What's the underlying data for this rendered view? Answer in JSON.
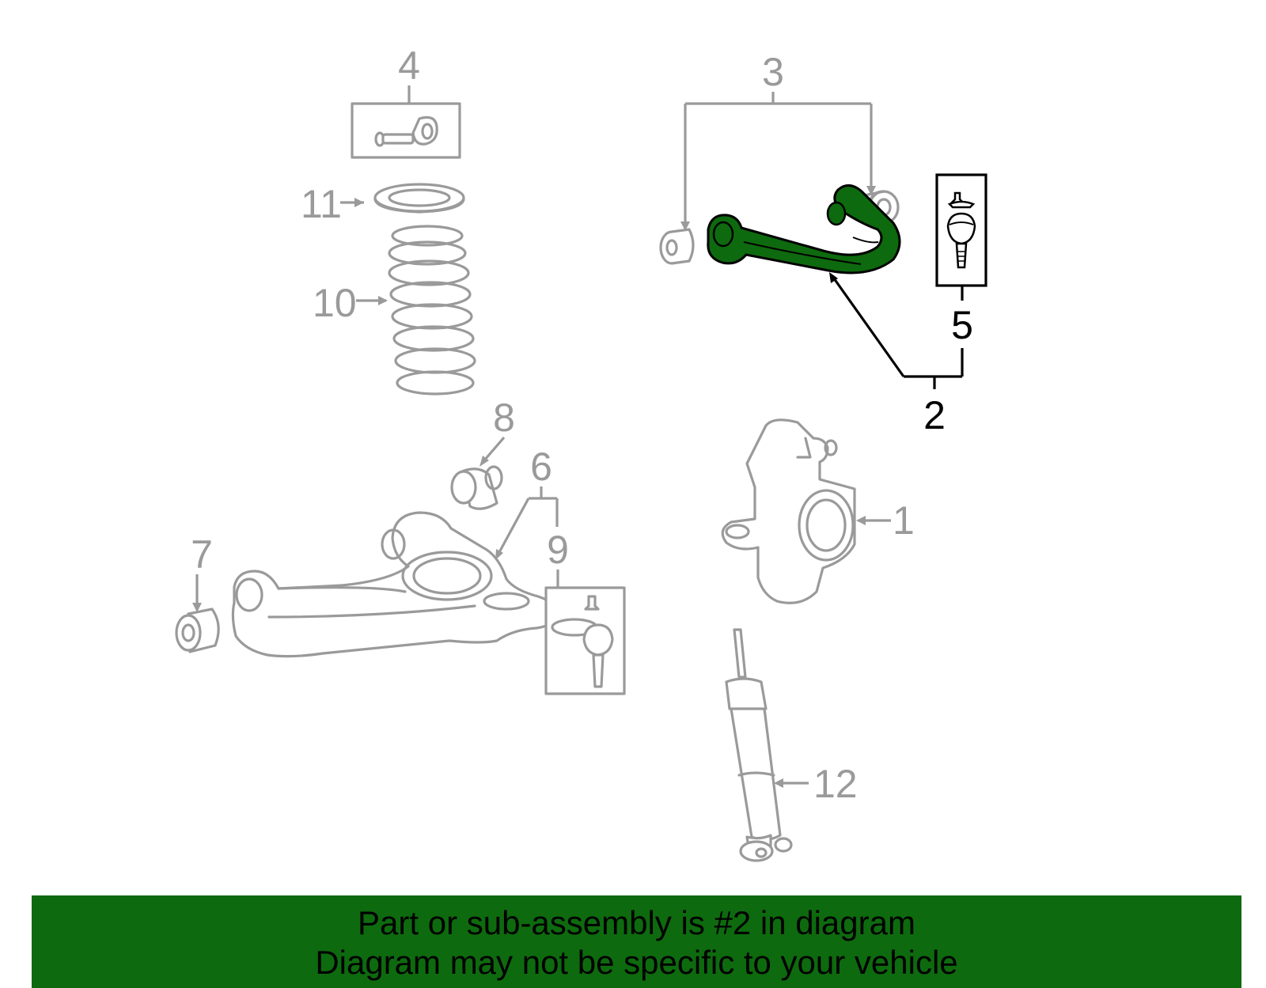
{
  "highlight_color": "#0e6a0e",
  "callouts": {
    "c1": "1",
    "c2": "2",
    "c3": "3",
    "c4": "4",
    "c5": "5",
    "c6": "6",
    "c7": "7",
    "c8": "8",
    "c9": "9",
    "c10": "10",
    "c11": "11",
    "c12": "12"
  },
  "parts": [
    "steering-knuckle",
    "upper-control-arm",
    "bushings",
    "bolt-kit",
    "ball-joint",
    "lower-control-arm",
    "bushing",
    "bushing",
    "ball-joint",
    "coil-spring",
    "spring-insulator",
    "shock-absorber"
  ],
  "banner": {
    "line1": "Part or sub-assembly is #2 in diagram",
    "line2": "Diagram may not be specific to your vehicle"
  }
}
